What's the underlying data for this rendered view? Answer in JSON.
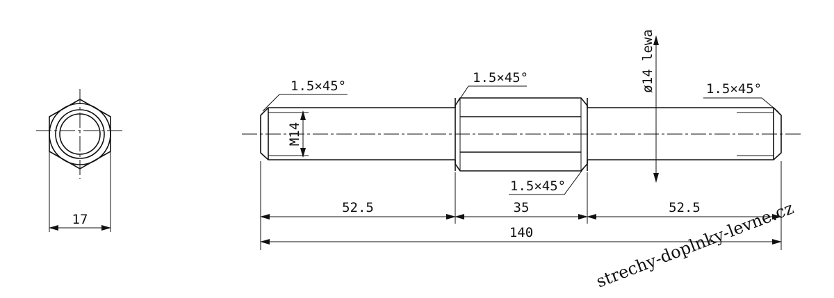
{
  "labels": {
    "hex_width": "17",
    "chamfer_left_end": "1.5×45°",
    "chamfer_hex_top": "1.5×45°",
    "chamfer_hex_bottom": "1.5×45°",
    "chamfer_right_end": "1.5×45°",
    "thread_left": "M14",
    "thread_right": "ø14 lewa",
    "len_left": "52.5",
    "len_hex": "35",
    "len_right": "52.5",
    "len_total": "140"
  },
  "watermark": "strechy-doplnky-levne.cz"
}
